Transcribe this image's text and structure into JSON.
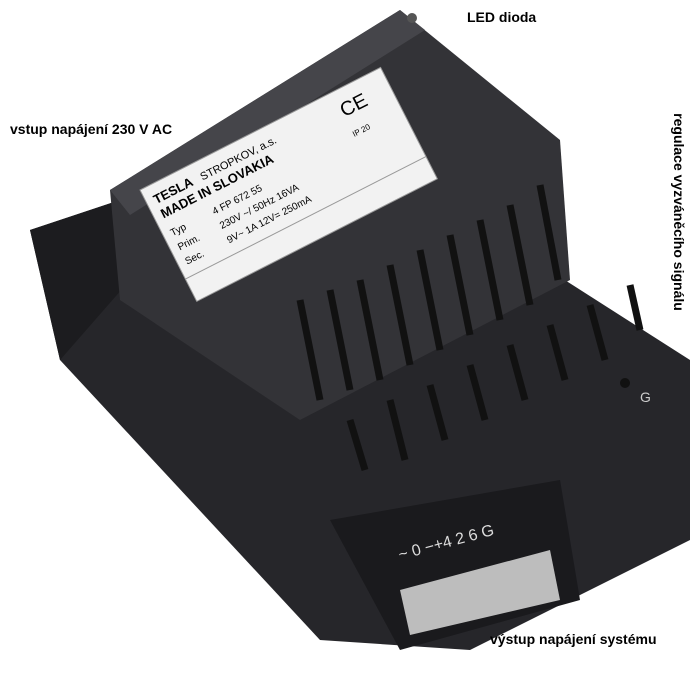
{
  "annotations": {
    "led": "LED dioda",
    "power_input": "vstup napájení 230 V AC",
    "ring_regulation": "regulace vyzváněcího signálu",
    "power_output": "výstup napájení systému"
  },
  "device_label": {
    "brand": "TESLA",
    "maker": "STROPKOV, a.s.",
    "origin": "MADE IN SLOVAKIA",
    "rows": [
      {
        "key": "Typ",
        "value": "4 FP 672 55"
      },
      {
        "key": "Prim.",
        "value": "230V ~/ 50Hz   16VA"
      },
      {
        "key": "Sec.",
        "value": "9V~  1A   12V= 250mA"
      }
    ],
    "ce": "CE",
    "ip": "IP 20",
    "terminals": "~ 0 −+4 2 6 G",
    "regulator_mark": "G"
  },
  "colors": {
    "housing": "#2b2b2e",
    "housing_light": "#3c3c40",
    "label": "#f2f2f2"
  }
}
